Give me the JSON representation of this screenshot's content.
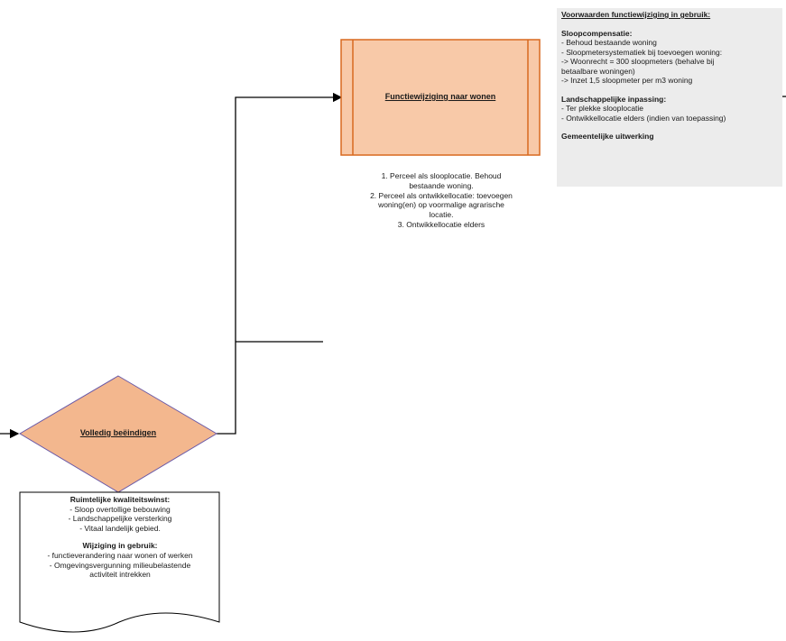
{
  "process_box": {
    "label": "Functiewijziging naar wonen",
    "fill": "#f8c9a8",
    "stroke": "#d8691f"
  },
  "decision": {
    "label": "Volledig beëindigen",
    "fill": "#f3b78e",
    "stroke": "#6a5aa8"
  },
  "numbered_list": [
    "1. Perceel als slooplocatie. Behoud",
    "bestaande woning.",
    "2. Perceel als ontwikkellocatie: toevoegen",
    "woning(en) op voormalige agrarische",
    "locatie.",
    "3. Ontwikkellocatie elders"
  ],
  "right_panel": {
    "title": "Voorwaarden functiewijziging in gebruik:",
    "section1_title": "Sloopcompensatie:",
    "section1_lines": [
      "- Behoud bestaande woning",
      "- Sloopmetersystematiek bij toevoegen woning:",
      "-> Woonrecht = 300 sloopmeters (behalve bij",
      "betaalbare woningen)",
      "-> Inzet 1,5 sloopmeter per m3 woning"
    ],
    "section2_title": "Landschappelijke inpassing:",
    "section2_lines": [
      "- Ter plekke slooplocatie",
      "- Ontwikkellocatie elders (indien van toepassing)"
    ],
    "section3_title": "Gemeentelijke uitwerking"
  },
  "document_box": {
    "heading1": "Ruimtelijke kwaliteitswinst:",
    "lines1": [
      "- Sloop overtollige bebouwing",
      "- Landschappelijke versterking",
      "- Vitaal landelijk gebied."
    ],
    "heading2": "Wijziging in gebruik:",
    "lines2": [
      "- functieverandering naar wonen of werken",
      "- Omgevingsvergunning milieubelastende",
      "activiteit intrekken"
    ]
  }
}
